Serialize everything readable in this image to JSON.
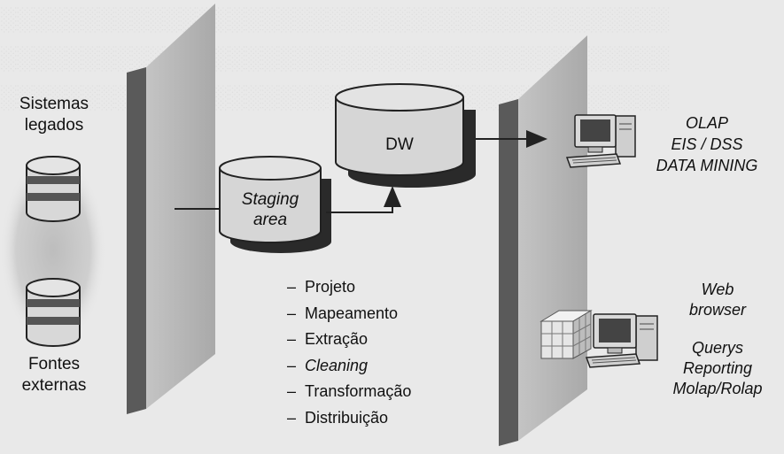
{
  "labels": {
    "sistemas_legados": "Sistemas legados",
    "fontes_externas": "Fontes externas",
    "staging_area": "Staging area",
    "dw": "DW",
    "olap": "OLAP",
    "eis_dss": "EIS / DSS",
    "data_mining": "DATA MINING",
    "web_browser": "Web browser",
    "querys": "Querys",
    "reporting": "Reporting",
    "molap_rolap": "Molap/Rolap"
  },
  "process_steps": [
    {
      "text": "Projeto",
      "italic": false
    },
    {
      "text": "Mapeamento",
      "italic": false
    },
    {
      "text": "Extração",
      "italic": false
    },
    {
      "text": "Cleaning",
      "italic": true
    },
    {
      "text": "Transformação",
      "italic": false
    },
    {
      "text": "Distribuição",
      "italic": false
    }
  ],
  "colors": {
    "wall_face": "#b9b9b9",
    "wall_side": "#5a5a5a",
    "cylinder_body": "#d6d6d6",
    "cylinder_shadow": "#2a2a2a",
    "line": "#222222"
  }
}
